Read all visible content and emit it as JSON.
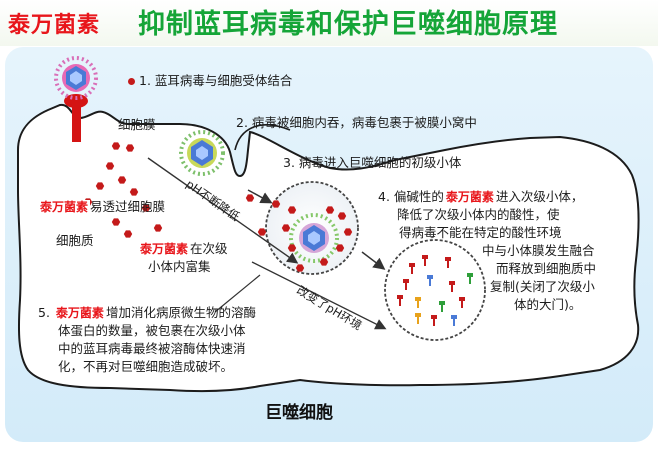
{
  "header": {
    "brand": "泰万菌素",
    "title": "抑制蓝耳病毒和保护巨噬细胞原理"
  },
  "steps": {
    "step1": "1. 蓝耳病毒与细胞受体结合",
    "step2": "2. 病毒被细胞内吞，病毒包裹于被膜小窝中",
    "step3": "3. 病毒进入巨噬细胞的初级小体",
    "step4_prefix": "4. 偏碱性的",
    "step4_brand": "泰万菌素",
    "step4_suffix": "进入次级小体，",
    "step4_line2": "降低了次级小体内的酸性，使",
    "step4_line3": "得病毒不能在特定的酸性环境",
    "step4_line4": "中与小体膜发生融合",
    "step4_line5": "而释放到细胞质中",
    "step4_line6": "复制(关闭了次级小",
    "step4_line7": "体的大门)。",
    "step5_prefix": "5.",
    "step5_brand": "泰万菌素",
    "step5_suffix": "增加消化病原微生物的溶酶",
    "step5_line2": "体蛋白的数量，被包裹在次级小体",
    "step5_line3": "中的蓝耳病毒最终被溶酶体快速消",
    "step5_line4": "化，不再对巨噬细胞造成破坏。"
  },
  "labels": {
    "membrane": "细胞膜",
    "cytoplasm": "细胞质",
    "brand_a": "泰万菌素",
    "crosses_membrane": "易透过细胞膜",
    "brand_b": "泰万菌素",
    "enrich_a": "在次级",
    "enrich_b": "小体内富集",
    "ph_decrease": "pH不断降低",
    "ph_change": "改变了pH环境",
    "macrophage": "巨噬细胞"
  },
  "colors": {
    "brand_red": "#e8161b",
    "title_green": "#15a538",
    "panel_blue": "#dceffa",
    "virus_dots": "#cc1a1a"
  }
}
